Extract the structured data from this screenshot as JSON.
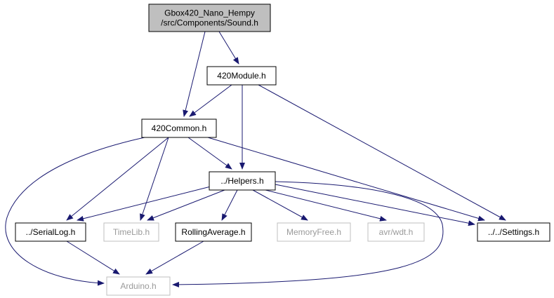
{
  "colors": {
    "edge": "#191970",
    "node_border": "#000000",
    "external_border": "#bfbfbf",
    "root_fill": "#bfbfbf",
    "node_fill": "#ffffff",
    "text": "#000000",
    "external_text": "#9a9a9a"
  },
  "nodes": {
    "sound": {
      "lines": [
        "Gbox420_Nano_Hempy",
        "/src/Components/Sound.h"
      ],
      "kind": "root"
    },
    "module": {
      "lines": [
        "420Module.h"
      ],
      "kind": "local"
    },
    "common": {
      "lines": [
        "420Common.h"
      ],
      "kind": "local"
    },
    "helpers": {
      "lines": [
        "../Helpers.h"
      ],
      "kind": "local"
    },
    "seriallog": {
      "lines": [
        "../SerialLog.h"
      ],
      "kind": "local"
    },
    "timelib": {
      "lines": [
        "TimeLib.h"
      ],
      "kind": "external"
    },
    "rolling": {
      "lines": [
        "RollingAverage.h"
      ],
      "kind": "local"
    },
    "memfree": {
      "lines": [
        "MemoryFree.h"
      ],
      "kind": "external"
    },
    "wdt": {
      "lines": [
        "avr/wdt.h"
      ],
      "kind": "external"
    },
    "settings": {
      "lines": [
        "../../Settings.h"
      ],
      "kind": "local"
    },
    "arduino": {
      "lines": [
        "Arduino.h"
      ],
      "kind": "external"
    }
  },
  "edges": [
    {
      "from": "sound",
      "to": "common"
    },
    {
      "from": "sound",
      "to": "module"
    },
    {
      "from": "module",
      "to": "common"
    },
    {
      "from": "module",
      "to": "helpers"
    },
    {
      "from": "module",
      "to": "settings"
    },
    {
      "from": "common",
      "to": "arduino"
    },
    {
      "from": "common",
      "to": "seriallog"
    },
    {
      "from": "common",
      "to": "timelib"
    },
    {
      "from": "common",
      "to": "helpers"
    },
    {
      "from": "common",
      "to": "settings"
    },
    {
      "from": "helpers",
      "to": "seriallog"
    },
    {
      "from": "helpers",
      "to": "timelib"
    },
    {
      "from": "helpers",
      "to": "rolling"
    },
    {
      "from": "helpers",
      "to": "memfree"
    },
    {
      "from": "helpers",
      "to": "wdt"
    },
    {
      "from": "helpers",
      "to": "settings"
    },
    {
      "from": "helpers",
      "to": "arduino"
    },
    {
      "from": "seriallog",
      "to": "arduino"
    },
    {
      "from": "rolling",
      "to": "arduino"
    }
  ]
}
